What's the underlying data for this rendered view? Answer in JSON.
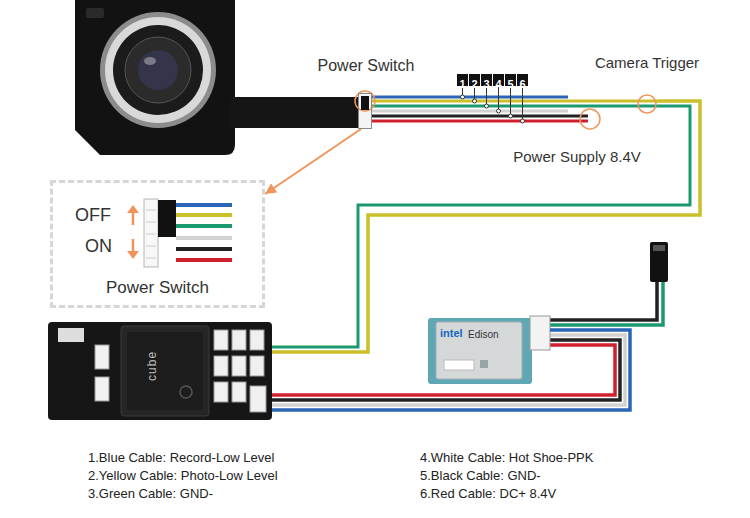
{
  "diagram": {
    "nodes": [
      {
        "text": [
          "Power Switch"
        ]
      },
      {
        "text": [
          "1"
        ]
      },
      {
        "text": [
          "2"
        ]
      },
      {
        "text": [
          "3"
        ]
      },
      {
        "text": [
          "4"
        ]
      },
      {
        "text": [
          "5"
        ]
      },
      {
        "text": [
          "6"
        ]
      },
      {
        "text": [
          "Camera Trigger"
        ]
      },
      {
        "text": [
          "Power Supply 8.4V"
        ]
      },
      {
        "text": [
          "OFF",
          "ON",
          "Power Switch"
        ]
      },
      {
        "text": [
          "cube"
        ]
      },
      {
        "text": [
          "intel",
          "Edison"
        ]
      }
    ],
    "edges": [
      {
        "from": 0,
        "to": 9,
        "arrow": "to"
      },
      {
        "from": 7,
        "to": 10,
        "arrow": "none"
      },
      {
        "from": 10,
        "to": 11,
        "arrow": "none"
      }
    ],
    "labels": [
      "1.Blue Cable: Record-Low Level",
      "2.Yellow Cable: Photo-Low Level",
      "3.Green Cable: GND-",
      "4.White Cable: Hot Shoe-PPK",
      "5.Black Cable: GND-",
      "6.Red Cable: DC+ 8.4V"
    ]
  }
}
